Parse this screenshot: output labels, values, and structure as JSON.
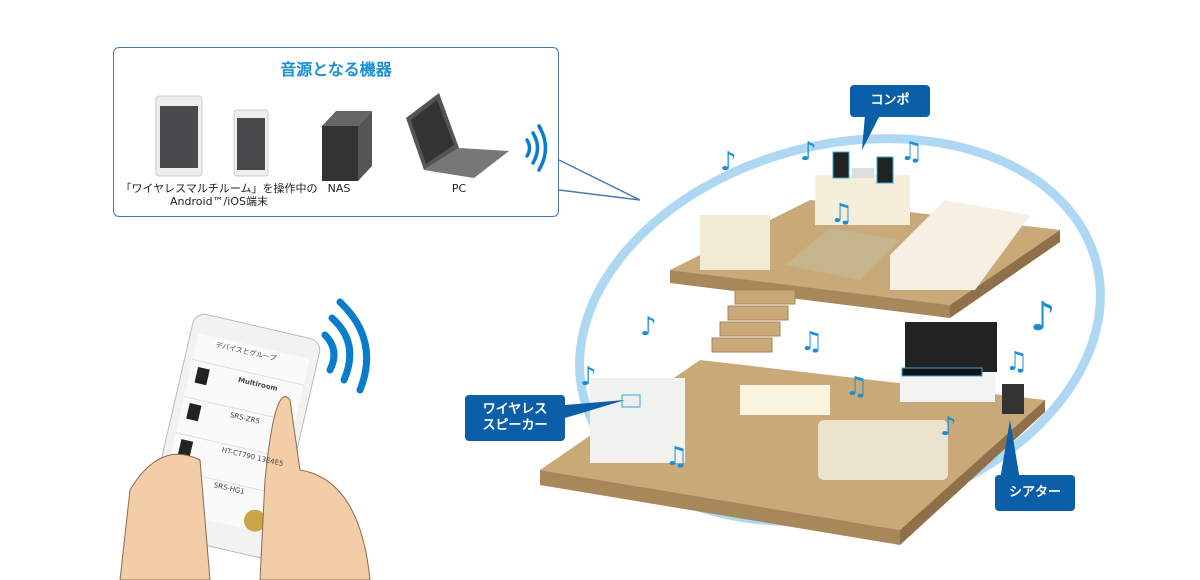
{
  "callout": {
    "title": "音源となる機器",
    "devices": [
      {
        "label_line1": "「ワイヤレスマルチルーム」を操作中の",
        "label_line2": "Android™/iOS端末"
      },
      {
        "label_line1": "NAS"
      },
      {
        "label_line1": "PC"
      }
    ]
  },
  "tags": {
    "compo": "コンポ",
    "wireless_speaker_line1": "ワイヤレス",
    "wireless_speaker_line2": "スピーカー",
    "theater": "シアター"
  },
  "phone_screen": {
    "header": "デバイスとグループ",
    "items": [
      "Multiroom",
      "SRS-ZR5",
      "HT-CT790 13E4E5",
      "SRS-HG1"
    ]
  },
  "colors": {
    "accent": "#1a8fd6",
    "tag": "#0b5fa8",
    "floor": "#c9a978",
    "wave": "#0a7ccc"
  }
}
